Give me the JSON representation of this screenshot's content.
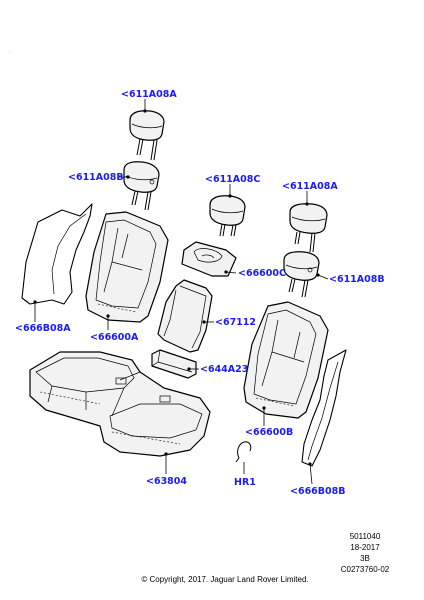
{
  "callouts": {
    "headrest_center_top": "<611A08A",
    "headrest_center_left": "<611A08B",
    "headrest_right_mid": "<611A08C",
    "headrest_right_far": "<611A08A",
    "headrest_right_lower": "<611A08B",
    "trim_panel_left": "<666B08A",
    "backrest_left": "<66600A",
    "armrest_cup_holder": "<66600C",
    "armrest": "<67112",
    "armrest_trim": "<644A23",
    "backrest_right": "<66600B",
    "cushion": "<63804",
    "clip": "HR1",
    "trim_panel_right": "<666B08B"
  },
  "footer": {
    "drawing_number": "5011040",
    "date": "18-2017",
    "sheet": "3B",
    "illustration_code": "C0273760-02",
    "copyright": "© Copyright, 2017. Jaguar Land Rover Limited."
  }
}
